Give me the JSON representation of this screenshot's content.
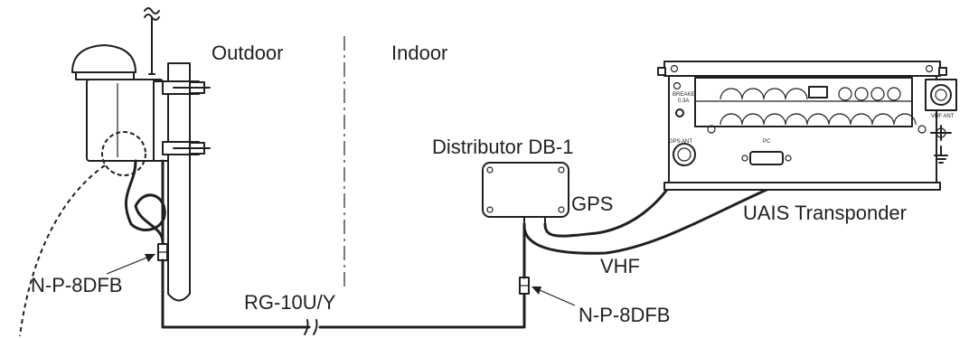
{
  "labels": {
    "outdoor": "Outdoor",
    "indoor": "Indoor",
    "distributor": "Distributor DB-1",
    "gps": "GPS",
    "vhf": "VHF",
    "transponder": "UAIS Transponder",
    "connector_left": "N-P-8DFB",
    "connector_right": "N-P-8DFB",
    "cable_type": "RG-10U/Y"
  },
  "panel_labels": {
    "breaker": "BREAKER",
    "breaker_rating": "0.3A",
    "gps_ant": "GPS ANT",
    "pc": "PC",
    "vhf_ant": "VHF ANT"
  },
  "colors": {
    "ink": "#231f20",
    "background": "#ffffff"
  }
}
